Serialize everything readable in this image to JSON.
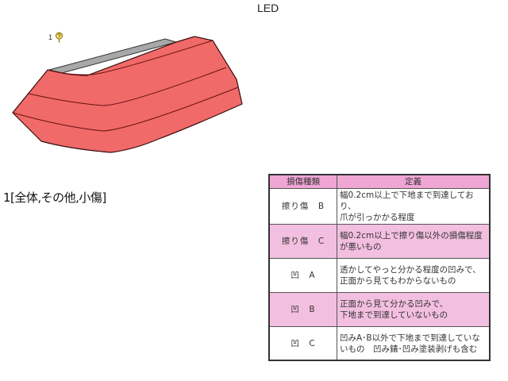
{
  "header": {
    "title": "LED"
  },
  "diagram": {
    "marker_number": "1",
    "marker_icon": "pin-question-icon",
    "part_color": "#f06a6a",
    "part_outline": "#5a1010",
    "top_strip_color": "#a8a8a8"
  },
  "part_label": "1[全体,その他,小傷]",
  "table": {
    "headers": [
      "損傷種類",
      "定義"
    ],
    "header_color": "#f0a6d5",
    "alt_row_color": "#f3bfe0",
    "rows": [
      {
        "type": "擦り傷　B",
        "definition_line1": "幅0.2cm以上で下地まで到達しており、",
        "definition_line2": "爪が引っかかる程度"
      },
      {
        "type": "擦り傷　C",
        "definition_line1": "幅0.2cm以上で擦り傷以外の損傷程度",
        "definition_line2": "が悪いもの"
      },
      {
        "type": "凹　A",
        "definition_line1": "透かしてやっと分かる程度の凹みで、",
        "definition_line2": "正面から見てもわからないもの"
      },
      {
        "type": "凹　B",
        "definition_line1": "正面から見て分かる凹みで、",
        "definition_line2": "下地まで到達していないもの"
      },
      {
        "type": "凹　C",
        "definition_line1": "凹みA･B以外で下地まで到達していな",
        "definition_line2": "いもの　凹み錆･凹み塗装剥げも含む"
      }
    ]
  }
}
